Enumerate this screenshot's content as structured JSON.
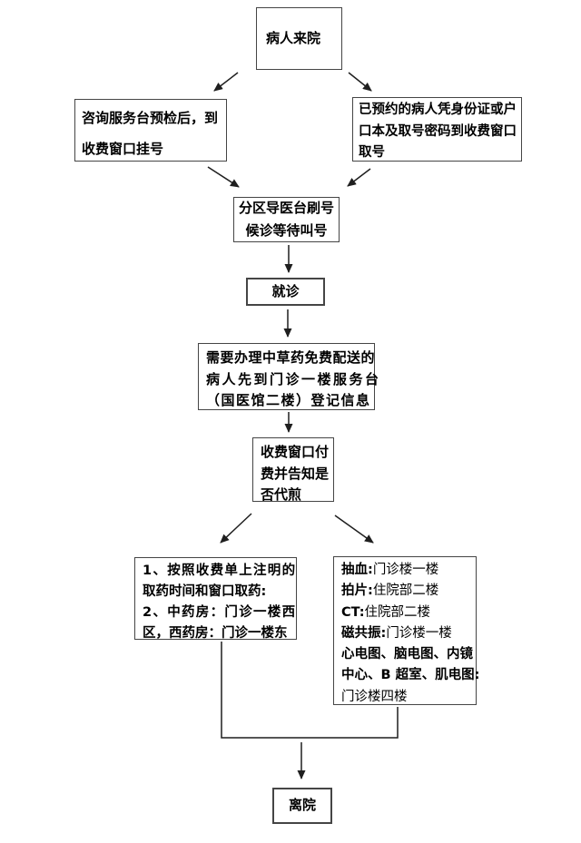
{
  "page": {
    "background_color": "#ffffff",
    "line_color": "#1f1f1f",
    "box_border_color": "#454545",
    "text_color": "#000000"
  },
  "flowchart": {
    "nodes": {
      "arrival": {
        "lines": [
          "病人来院"
        ]
      },
      "consult": {
        "lines": [
          "咨询服务台预检后，到",
          "收费窗口挂号"
        ]
      },
      "reserved": {
        "lines": [
          "已预约的病人凭身份证或户",
          "口本及取号密码到收费窗口",
          "取号"
        ]
      },
      "triage": {
        "lines": [
          "分区导医台刷号",
          "候诊等待叫号"
        ]
      },
      "visit": {
        "lines": [
          "就诊"
        ]
      },
      "herbal": {
        "lines": [
          "需要办理中草药免费配送的",
          "病人先到门诊一楼服务台",
          "（国医馆二楼）登记信息"
        ]
      },
      "payment": {
        "lines": [
          "收费窗口付",
          "费并告知是",
          "否代煎"
        ]
      },
      "pharmacy": {
        "lines": [
          "1、按照收费单上注明的",
          "取药时间和窗口取药:",
          "2、中药房：门诊一楼西",
          "区，西药房：门诊一楼东"
        ]
      },
      "exams": {
        "items": [
          {
            "label": "抽血:",
            "location": "门诊楼一楼"
          },
          {
            "label": "拍片:",
            "location": "住院部二楼"
          },
          {
            "label": "CT:",
            "location": "住院部二楼"
          },
          {
            "label": "磁共振:",
            "location": "门诊楼一楼"
          },
          {
            "label": "心电图、脑电图、内镜",
            "location": ""
          },
          {
            "label": "中心、B 超室、肌电图:",
            "location": ""
          },
          {
            "label": "",
            "location": "门诊楼四楼"
          }
        ]
      },
      "leave": {
        "lines": [
          "离院"
        ]
      }
    }
  }
}
